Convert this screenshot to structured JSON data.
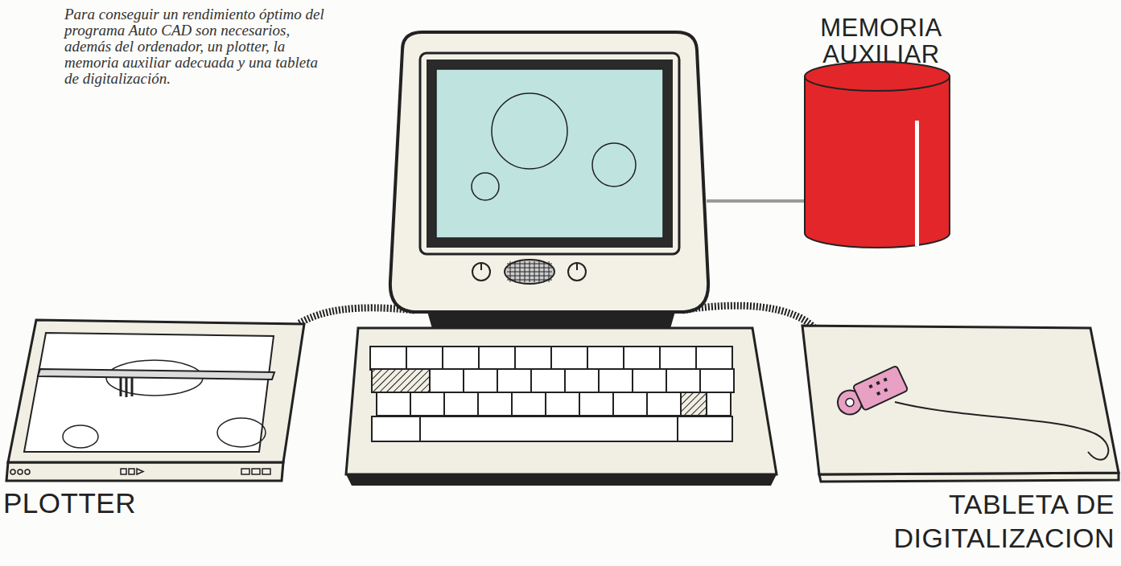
{
  "diagram": {
    "caption": "Para conseguir un rendimiento óptimo del programa Auto CAD son necesarios, además del ordenador, un plotter, la memoria auxiliar adecuada y una tableta de digitalización.",
    "labels": [
      "MEMORIA AUXILIAR",
      "PLOTTER",
      "TABLETA DE DIGITALIZACION"
    ]
  }
}
